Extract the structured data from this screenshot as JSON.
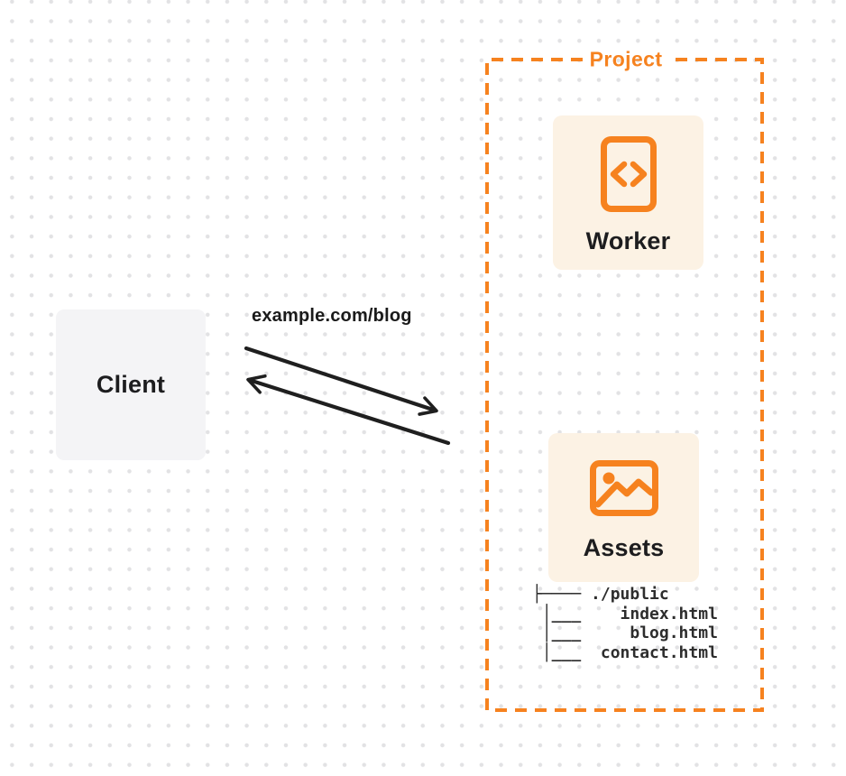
{
  "colors": {
    "accent": "#F6821F",
    "card_background": "#FCF2E4",
    "client_background": "#F4F4F6",
    "ink": "#1D1D1F",
    "arrow": "#1F1F1F",
    "grid_dot": "#E2E2E4"
  },
  "client": {
    "label": "Client"
  },
  "request": {
    "label": "example.com/blog"
  },
  "project": {
    "label": "Project",
    "worker": {
      "label": "Worker",
      "icon": "code-icon"
    },
    "assets": {
      "label": "Assets",
      "icon": "image-icon",
      "tree": [
        "├──── ./public",
        " │___    index.html",
        " │___     blog.html",
        " │___  contact.html"
      ]
    }
  }
}
